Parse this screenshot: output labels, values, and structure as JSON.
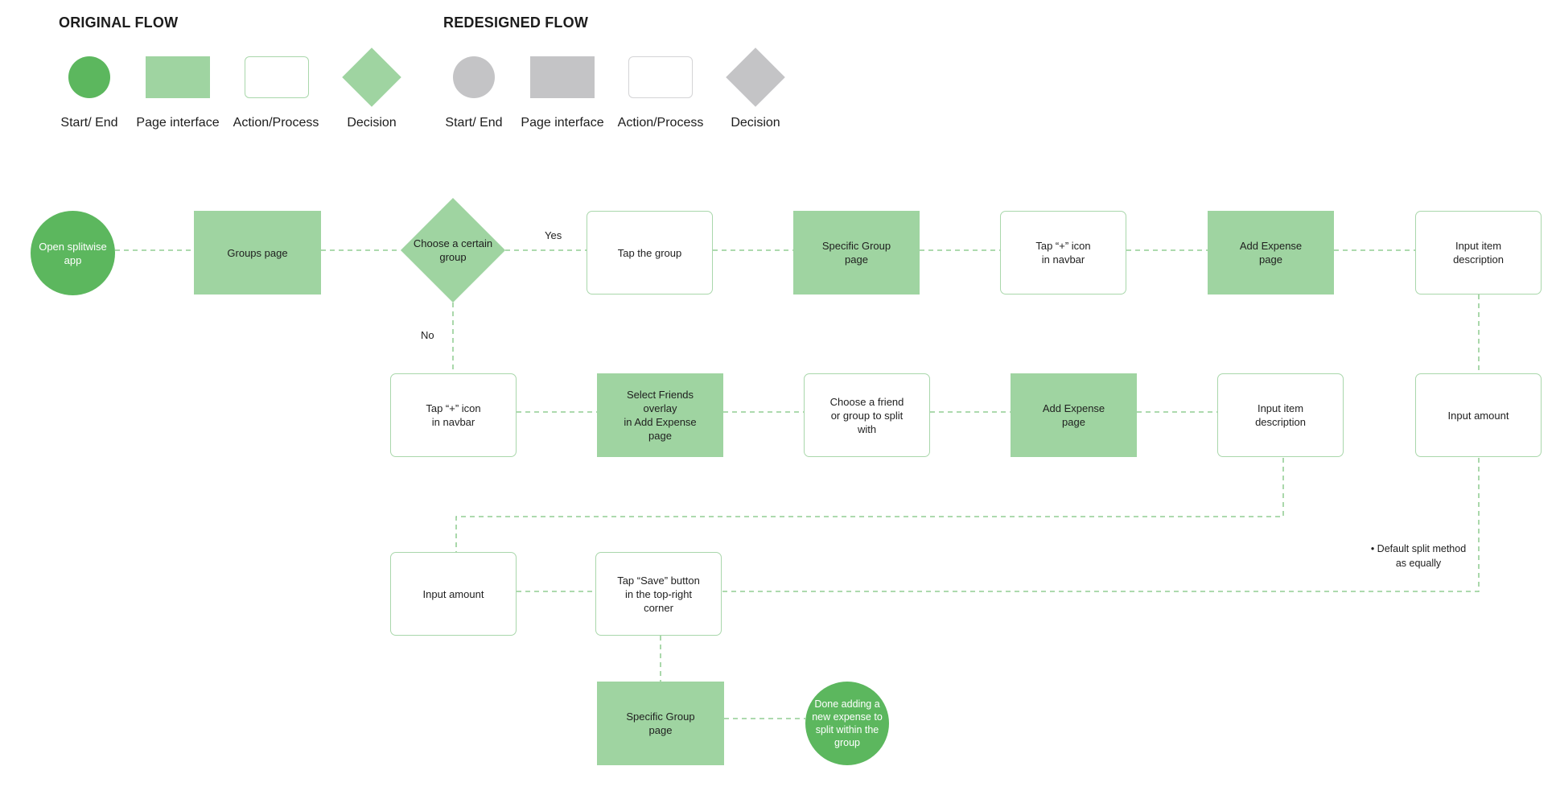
{
  "legend": {
    "original": {
      "title": "ORIGINAL FLOW",
      "items": [
        {
          "shape": "circle",
          "label": "Start/ End"
        },
        {
          "shape": "rect",
          "label": "Page interface"
        },
        {
          "shape": "box",
          "label": "Action/Process"
        },
        {
          "shape": "diamond",
          "label": "Decision"
        }
      ],
      "color_terminal": "#5cb75e",
      "color_page": "#9fd4a1"
    },
    "redesigned": {
      "title": "REDESIGNED FLOW",
      "items": [
        {
          "shape": "circle",
          "label": "Start/ End"
        },
        {
          "shape": "rect",
          "label": "Page interface"
        },
        {
          "shape": "box",
          "label": "Action/Process"
        },
        {
          "shape": "diamond",
          "label": "Decision"
        }
      ],
      "color": "#c4c4c6"
    }
  },
  "nodes": {
    "start": "Open splitwise\napp",
    "groups_page": "Groups page",
    "decision": "Choose a certain\ngroup",
    "tap_group": "Tap the group",
    "specific_group_page_1": "Specific Group\npage",
    "tap_plus_1": "Tap “+” icon\nin navbar",
    "add_expense_1": "Add Expense\npage",
    "input_desc_1": "Input item\ndescription",
    "input_amount_1": "Input amount",
    "tap_plus_2": "Tap “+” icon\nin navbar",
    "select_friends": "Select Friends\noverlay\nin Add Expense\npage",
    "choose_friend": "Choose a friend\nor group to split\nwith",
    "add_expense_2": "Add Expense\npage",
    "input_desc_2": "Input item\ndescription",
    "input_amount_2": "Input amount",
    "tap_save": "Tap “Save” button\nin the top-right\ncorner",
    "specific_group_page_2": "Specific Group\npage",
    "end": "Done adding a\nnew expense to\nsplit within the\ngroup"
  },
  "edge_labels": {
    "yes": "Yes",
    "no": "No"
  },
  "notes": {
    "default_split": "• Default split method\nas equally"
  }
}
